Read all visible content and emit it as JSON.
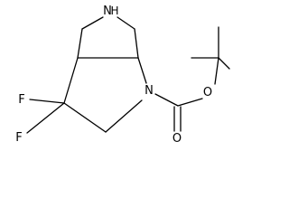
{
  "molecule": {
    "atoms": {
      "nh": "N",
      "h": "H",
      "n_boc": "N",
      "f_upper": "F",
      "f_lower": "F",
      "o_ester": "O",
      "o_carbonyl": "O"
    },
    "colors": {
      "bond": "#000000",
      "label": "#000000",
      "background": "#ffffff"
    }
  }
}
